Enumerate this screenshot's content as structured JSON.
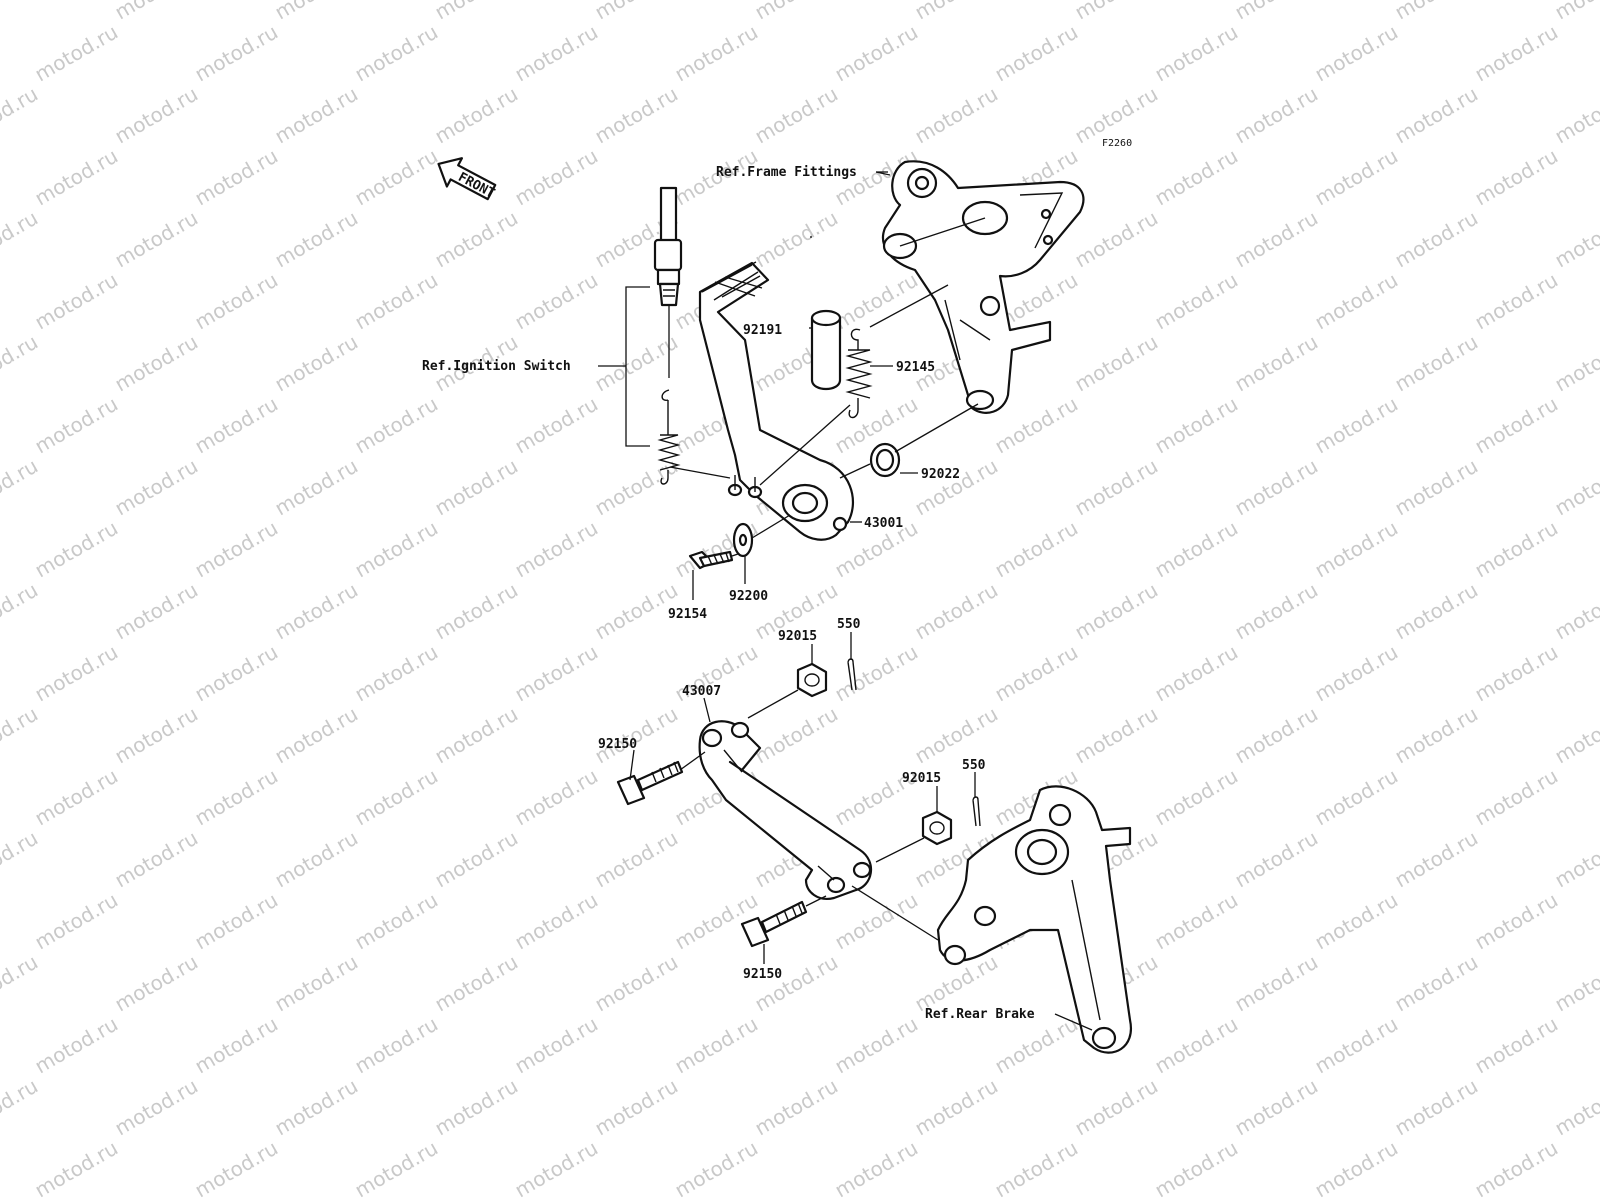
{
  "watermark": "motod.ru",
  "diagram_code": "F2260",
  "front_label": "FRONT",
  "refs": {
    "frame_fittings": "Ref.Frame Fittings",
    "ignition_switch": "Ref.Ignition Switch",
    "rear_brake": "Ref.Rear Brake"
  },
  "parts": [
    {
      "id": "92191",
      "label": "92191"
    },
    {
      "id": "92145",
      "label": "92145"
    },
    {
      "id": "92022",
      "label": "92022"
    },
    {
      "id": "43001",
      "label": "43001"
    },
    {
      "id": "92200",
      "label": "92200"
    },
    {
      "id": "92154",
      "label": "92154"
    },
    {
      "id": "92015-a",
      "label": "92015"
    },
    {
      "id": "550-a",
      "label": "550"
    },
    {
      "id": "43007",
      "label": "43007"
    },
    {
      "id": "92150-a",
      "label": "92150"
    },
    {
      "id": "92015-b",
      "label": "92015"
    },
    {
      "id": "550-b",
      "label": "550"
    },
    {
      "id": "92150-b",
      "label": "92150"
    }
  ]
}
